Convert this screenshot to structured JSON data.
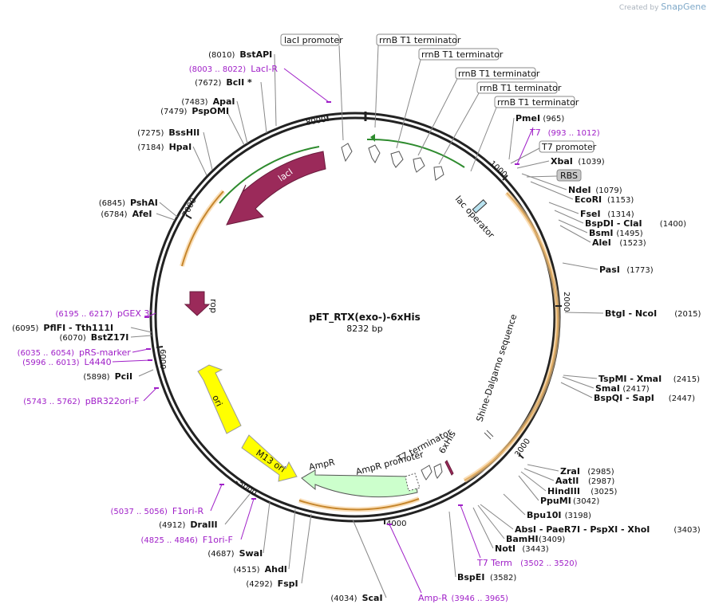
{
  "brand": {
    "created_by": "Created by",
    "name": "SnapGene"
  },
  "plasmid": {
    "name": "pET_RTX(exo-)-6xHis",
    "length": "8232 bp"
  },
  "ticks": [
    "8000",
    "1000",
    "2000",
    "3000",
    "4000",
    "5000",
    "6000",
    "7000"
  ],
  "feature_boxes": [
    "lacI promoter",
    "rrnB T1 terminator",
    "rrnB T1 terminator",
    "rrnB T1 terminator",
    "rrnB T1 terminator",
    "rrnB T1 terminator",
    "T7 promoter",
    "RBS"
  ],
  "features": {
    "lacI": "lacI",
    "rop": "rop",
    "ori": "ori",
    "m13": "M13 ori",
    "ampr": "AmpR",
    "ampr_promoter": "AmpR promoter",
    "t7_terminator": "T7 terminator",
    "sixhis": "6xHis",
    "shine": "Shine-Dalgarno sequence",
    "lac_operator": "lac operator"
  },
  "sites": [
    {
      "pos": "(8010)",
      "name": "BstAPI"
    },
    {
      "pos": "(7672)",
      "name": "BclI *"
    },
    {
      "pos": "(7483)",
      "name": "ApaI"
    },
    {
      "pos": "(7479)",
      "name": "PspOMI"
    },
    {
      "pos": "(7275)",
      "name": "BssHII"
    },
    {
      "pos": "(7184)",
      "name": "HpaI"
    },
    {
      "pos": "(6845)",
      "name": "PshAI"
    },
    {
      "pos": "(6784)",
      "name": "AfeI"
    },
    {
      "pos": "(6095)",
      "name": "PflFI",
      "name2": "- Tth111I"
    },
    {
      "pos": "(6070)",
      "name": "BstZ17I"
    },
    {
      "pos": "(5898)",
      "name": "PciI"
    },
    {
      "pos": "(4912)",
      "name": "DraIII"
    },
    {
      "pos": "(4687)",
      "name": "SwaI"
    },
    {
      "pos": "(4515)",
      "name": "AhdI"
    },
    {
      "pos": "(4292)",
      "name": "FspI"
    },
    {
      "pos": "(4034)",
      "name": "ScaI"
    },
    {
      "pos": "(965)",
      "name": "PmeI"
    },
    {
      "pos": "(1039)",
      "name": "XbaI"
    },
    {
      "pos": "(1079)",
      "name": "NdeI"
    },
    {
      "pos": "(1153)",
      "name": "EcoRI"
    },
    {
      "pos": "(1314)",
      "name": "FseI"
    },
    {
      "pos": "(1400)",
      "name": "BspDI",
      "name2": "- ClaI"
    },
    {
      "pos": "(1495)",
      "name": "BsmI"
    },
    {
      "pos": "(1523)",
      "name": "AleI"
    },
    {
      "pos": "(1773)",
      "name": "PasI"
    },
    {
      "pos": "(2015)",
      "name": "BtgI",
      "name2": "- NcoI"
    },
    {
      "pos": "(2415)",
      "name": "TspMI",
      "name2": "- XmaI"
    },
    {
      "pos": "(2417)",
      "name": "SmaI"
    },
    {
      "pos": "(2447)",
      "name": "BspQI",
      "name2": "- SapI"
    },
    {
      "pos": "(2985)",
      "name": "ZraI"
    },
    {
      "pos": "(2987)",
      "name": "AatII"
    },
    {
      "pos": "(3025)",
      "name": "HindIII"
    },
    {
      "pos": "(3042)",
      "name": "PpuMI"
    },
    {
      "pos": "(3198)",
      "name": "Bpu10I"
    },
    {
      "pos": "(3403)",
      "name": "AbsI",
      "name2": "- PaeR7I - PspXI - XhoI"
    },
    {
      "pos": "(3409)",
      "name": "BamHI"
    },
    {
      "pos": "(3443)",
      "name": "NotI"
    },
    {
      "pos": "(3582)",
      "name": "BspEI"
    }
  ],
  "primers": [
    {
      "pos": "(8003 .. 8022)",
      "name": "LacI-R"
    },
    {
      "pos": "(993 .. 1012)",
      "name": "T7"
    },
    {
      "pos": "(6195 .. 6217)",
      "name": "pGEX 3'"
    },
    {
      "pos": "(6035 .. 6054)",
      "name": "pRS-marker"
    },
    {
      "pos": "(5996 .. 6013)",
      "name": "L4440"
    },
    {
      "pos": "(5743 .. 5762)",
      "name": "pBR322ori-F"
    },
    {
      "pos": "(5037 .. 5056)",
      "name": "F1ori-R"
    },
    {
      "pos": "(4825 .. 4846)",
      "name": "F1ori-F"
    },
    {
      "pos": "(3502 .. 3520)",
      "name": "T7 Term"
    },
    {
      "pos": "(3946 .. 3965)",
      "name": "Amp-R"
    }
  ],
  "colors": {
    "backbone": "#222222",
    "lacI": "#9b2a5a",
    "rop": "#9b2a5a",
    "ori": "#ffff00",
    "ampr": "#ccffcc",
    "orf": "#f6c98a",
    "primer": "#a020c8",
    "terminator_arrow": "#ffffff",
    "rbs": "#c8c8c8"
  }
}
